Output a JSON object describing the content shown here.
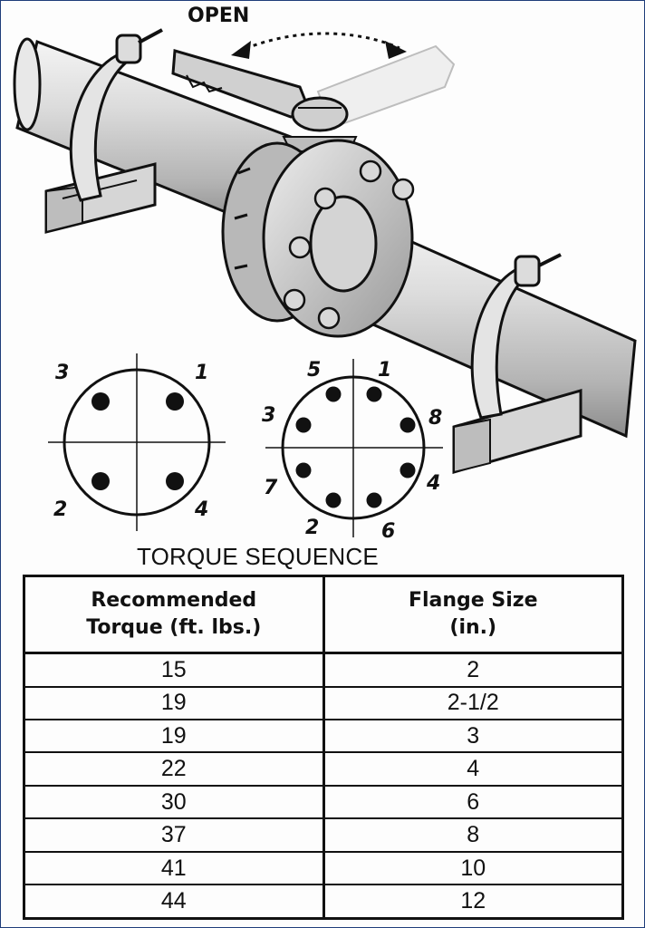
{
  "illustration": {
    "open_label": "OPEN"
  },
  "torque_sequence": {
    "title": "TORQUE SEQUENCE",
    "four_bolt_order": [
      "1",
      "2",
      "3",
      "4"
    ],
    "eight_bolt_order": [
      "1",
      "2",
      "3",
      "4",
      "5",
      "6",
      "7",
      "8"
    ]
  },
  "table": {
    "headers": [
      "Recommended\nTorque (ft. lbs.)",
      "Flange Size\n(in.)"
    ],
    "rows": [
      {
        "torque": "15",
        "size": "2"
      },
      {
        "torque": "19",
        "size": "2-1/2"
      },
      {
        "torque": "19",
        "size": "3"
      },
      {
        "torque": "22",
        "size": "4"
      },
      {
        "torque": "30",
        "size": "6"
      },
      {
        "torque": "37",
        "size": "8"
      },
      {
        "torque": "41",
        "size": "10"
      },
      {
        "torque": "44",
        "size": "12"
      }
    ]
  }
}
